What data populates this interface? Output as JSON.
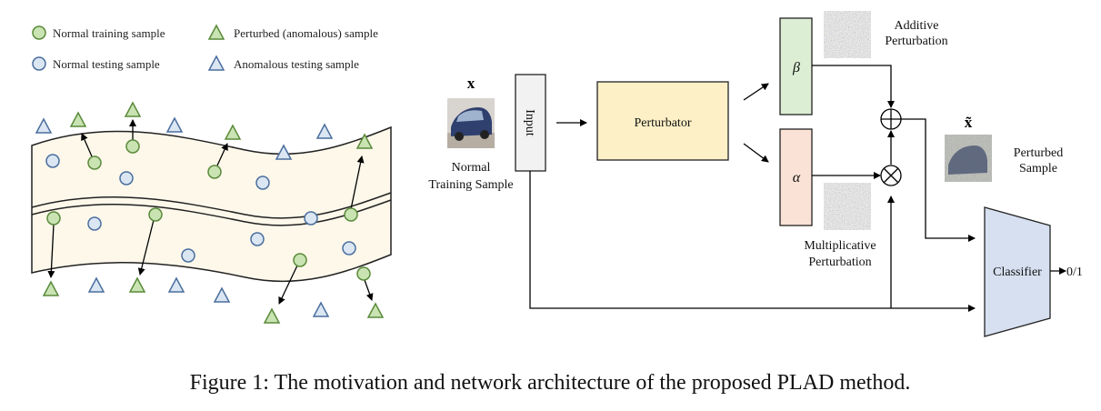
{
  "legend": {
    "normal_training": "Normal training sample",
    "perturbed": "Perturbed (anomalous) sample",
    "normal_testing": "Normal testing sample",
    "anomalous_testing": "Anomalous testing sample"
  },
  "architecture": {
    "x_symbol": "x",
    "x_caption_line1": "Normal",
    "x_caption_line2": "Training Sample",
    "input_label": "Input",
    "perturbator_label": "Perturbator",
    "beta_label": "β",
    "alpha_label": "α",
    "additive_line1": "Additive",
    "additive_line2": "Perturbation",
    "multiplicative_line1": "Multiplicative",
    "multiplicative_line2": "Perturbation",
    "xtilde_symbol": "x̃",
    "perturbed_line1": "Perturbed",
    "perturbed_line2": "Sample",
    "classifier_label": "Classifier",
    "output_label": "0/1"
  },
  "caption": "Figure 1: The motivation and network architecture of the proposed PLAD method.",
  "colors": {
    "green_fill": "#c9e3b3",
    "green_stroke": "#5a8a3a",
    "blue_fill": "#dbe6f3",
    "blue_stroke": "#4a6e9e",
    "band_fill": "#fdf8ea",
    "perturbator_fill": "#fdf0c6",
    "beta_fill": "#dcefd5",
    "alpha_fill": "#fbe2d6",
    "classifier_fill": "#d6e0f0",
    "input_fill": "#f2f2f2"
  },
  "icons": {
    "car_image": "car-thumbnail",
    "noise_image": "noise-thumbnail",
    "plus_operator": "circled-plus-icon",
    "times_operator": "circled-times-icon"
  }
}
